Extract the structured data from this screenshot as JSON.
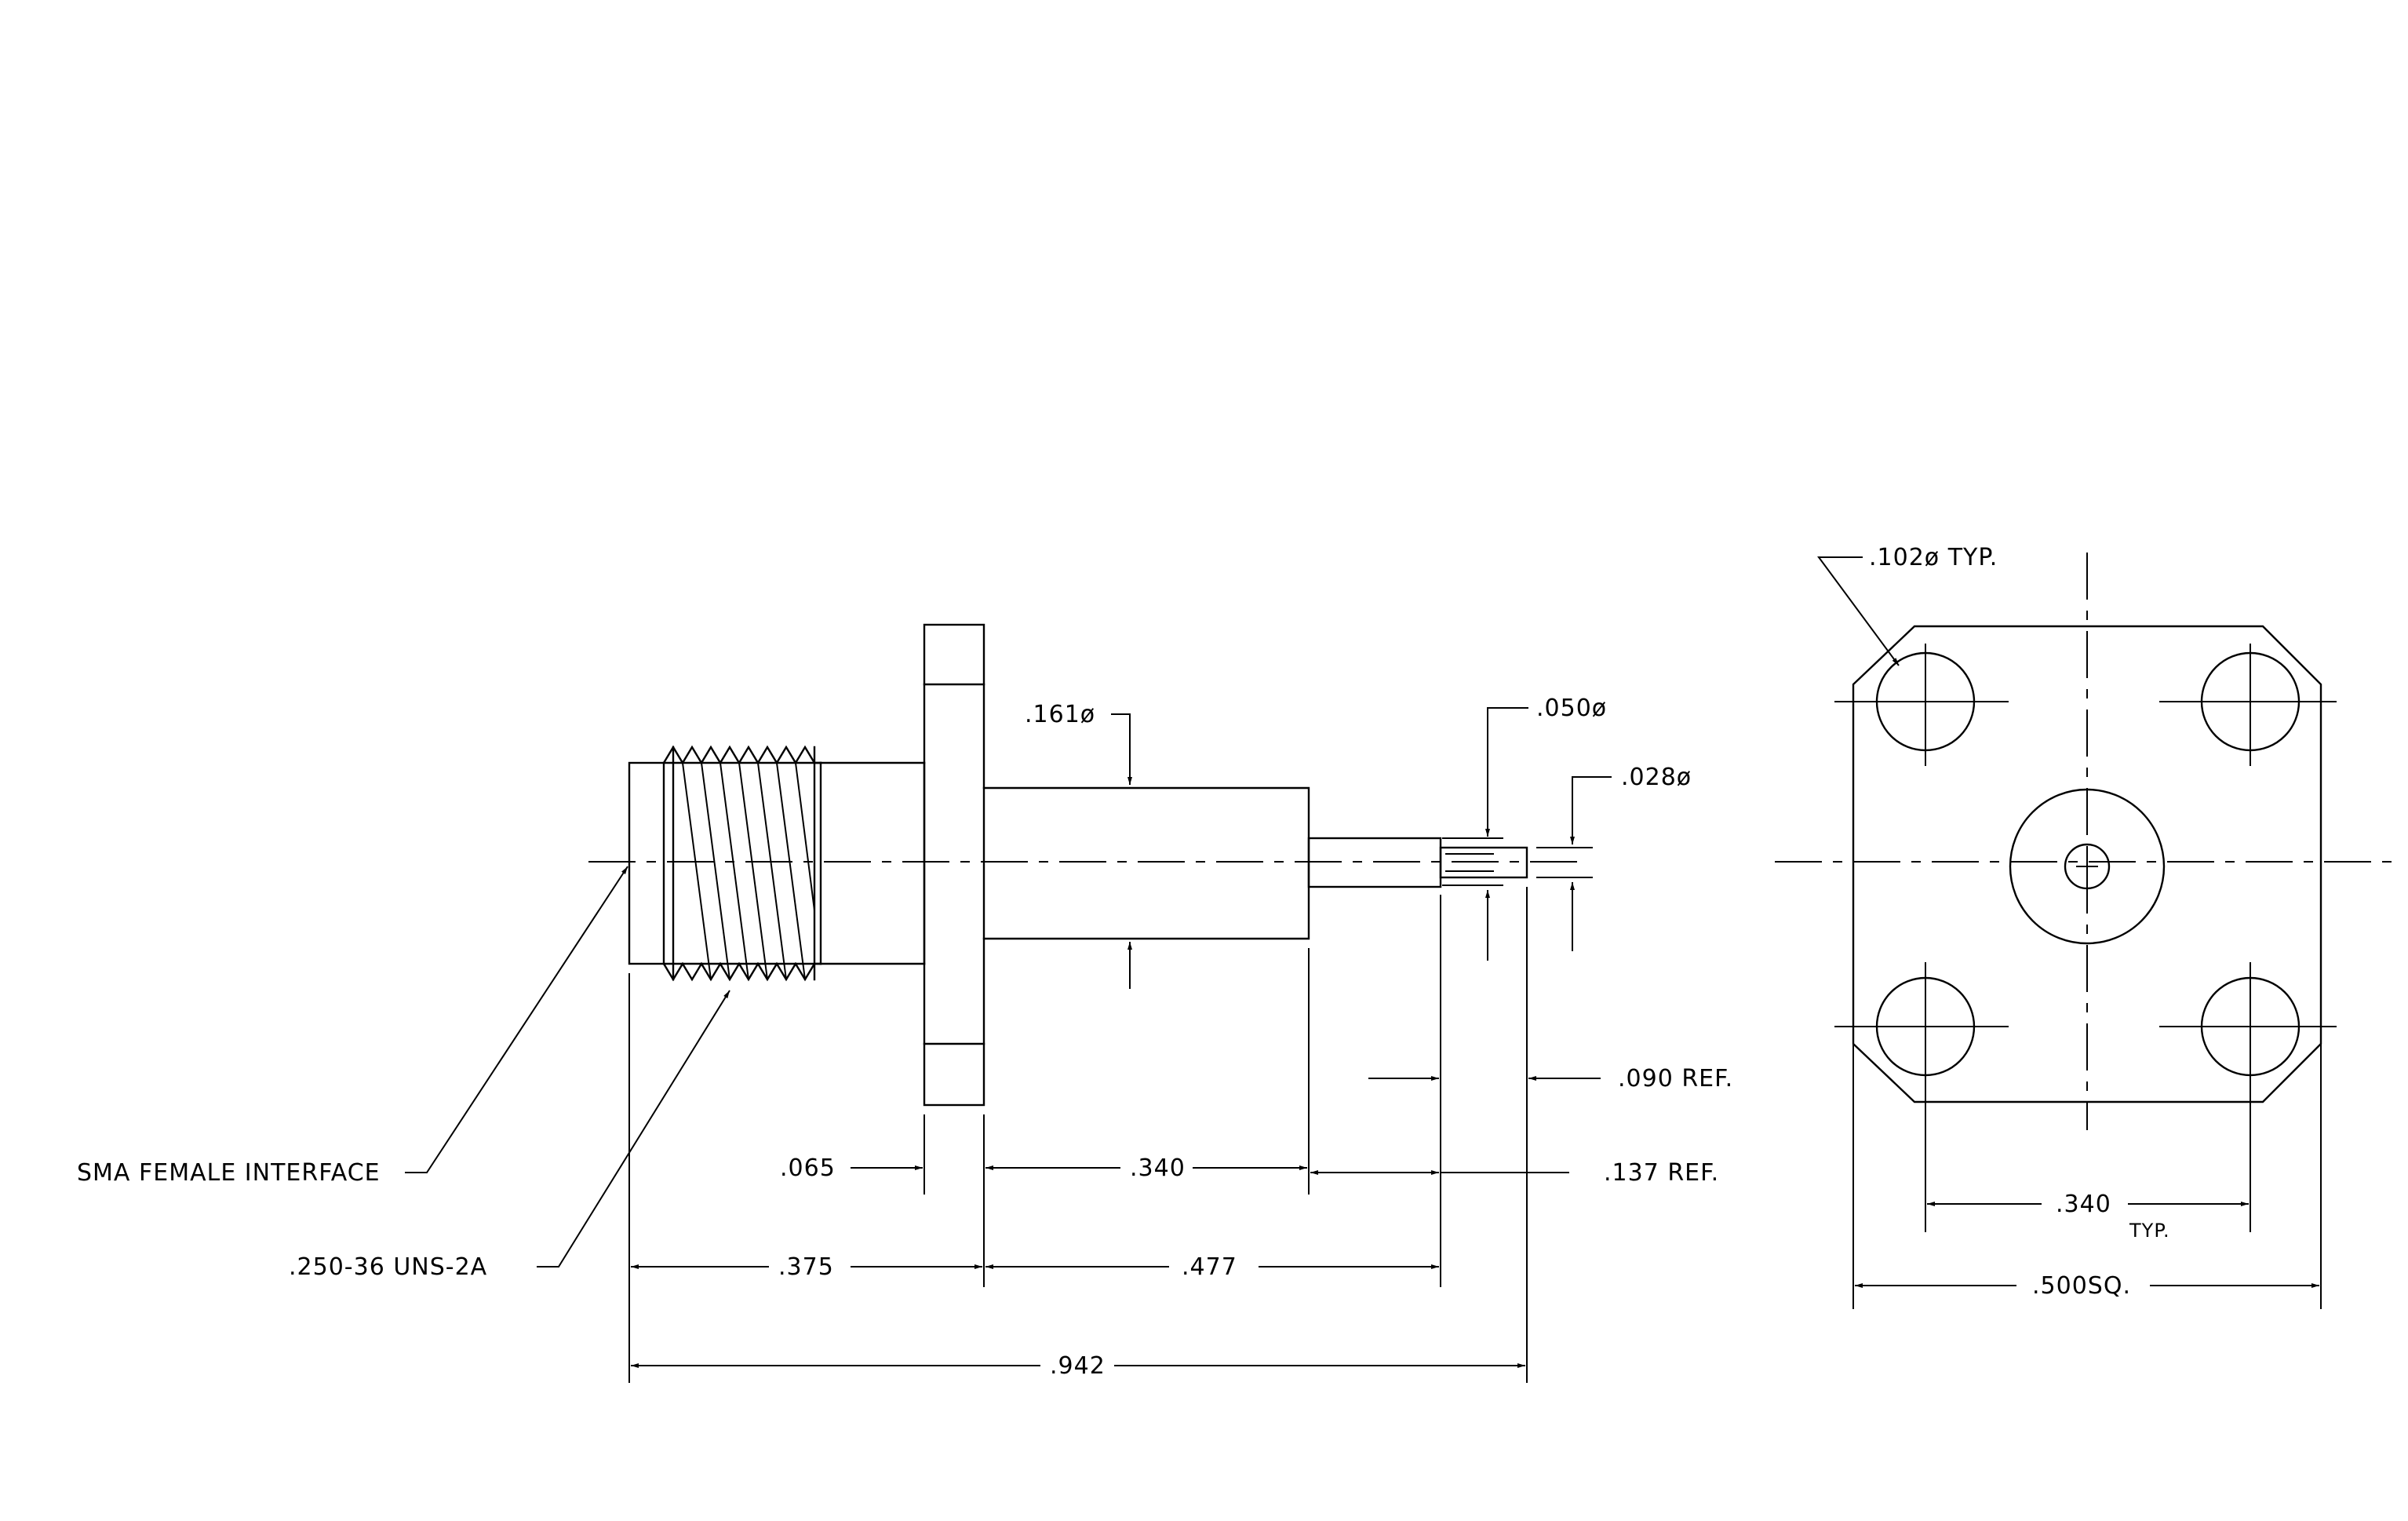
{
  "drawing": {
    "side_view": {
      "labels": {
        "interface": "SMA FEMALE INTERFACE",
        "thread": ".250-36 UNS-2A",
        "body_dia": ".161ø",
        "pin_dia": ".050ø",
        "tip_dia": ".028ø",
        "pin_ref": ".090 REF.",
        "flange_thk": ".065",
        "body_len": ".340",
        "ref_137": ".137 REF.",
        "front_len": ".375",
        "rear_len": ".477",
        "overall_len": ".942"
      }
    },
    "end_view": {
      "labels": {
        "hole_dia": ".102ø TYP.",
        "hole_spacing": ".340",
        "hole_spacing_note": "TYP.",
        "flange_size": ".500SQ."
      }
    }
  }
}
